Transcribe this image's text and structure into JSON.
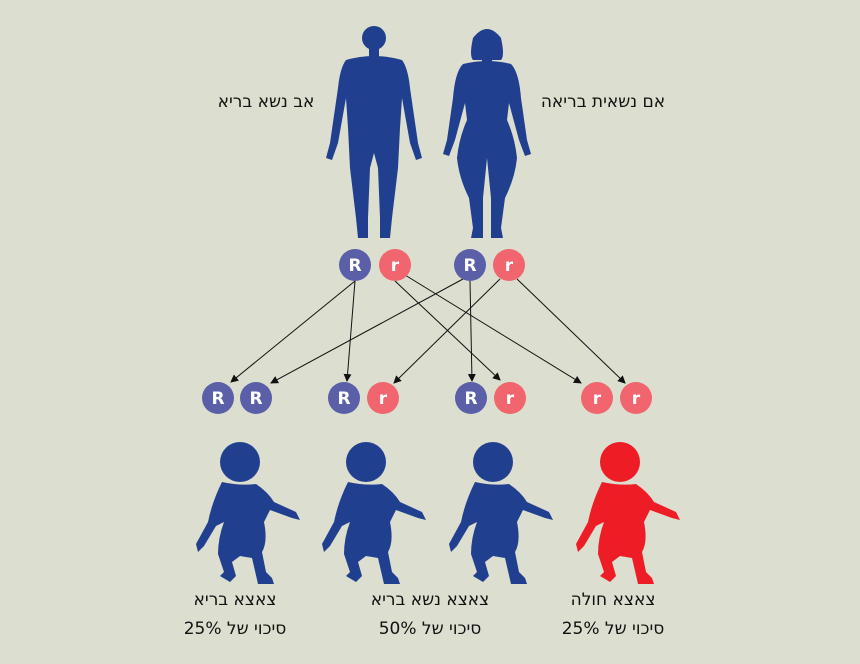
{
  "parents": {
    "father_label": "אב נשא בריא",
    "mother_label": "אם נשאית בריאה",
    "father_alleles": [
      "R",
      "r"
    ],
    "mother_alleles": [
      "R",
      "r"
    ]
  },
  "children": [
    {
      "alleles": [
        "R",
        "R"
      ],
      "label": "צאצא בריא",
      "risk": "סיכוי של 25%",
      "status": "healthy"
    },
    {
      "alleles": [
        "R",
        "r"
      ],
      "label": "צאצא נשא בריא",
      "risk": "סיכוי של 50%",
      "status": "carrier"
    },
    {
      "alleles": [
        "R",
        "r"
      ],
      "label": "",
      "risk": "",
      "status": "carrier"
    },
    {
      "alleles": [
        "r",
        "r"
      ],
      "label": "צאצא חולה",
      "risk": "סיכוי של 25%",
      "status": "affected"
    }
  ],
  "colors": {
    "dominant": "#5a5fa8",
    "recessive": "#f0656e",
    "figure": "#213f8f",
    "affected": "#ee1c25",
    "background": "#dcdecf"
  }
}
